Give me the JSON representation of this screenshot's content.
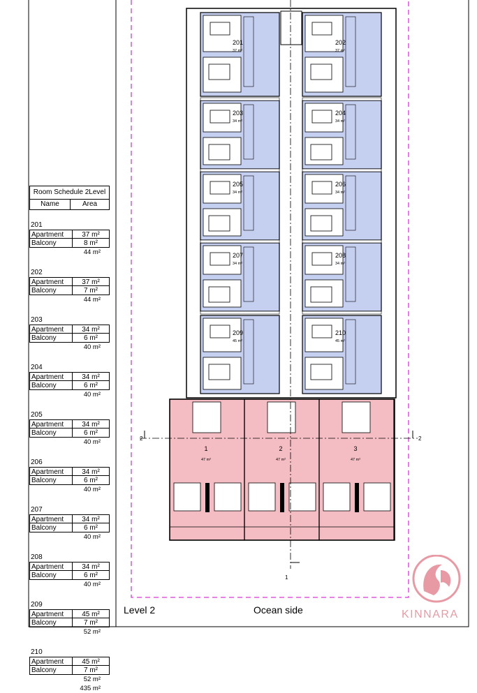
{
  "schedule": {
    "title": "Room Schedule 2Level",
    "col_name": "Name",
    "col_area": "Area",
    "groups": [
      {
        "name": "201",
        "rows": [
          {
            "label": "Apartment",
            "area": "37 m²"
          },
          {
            "label": "Balcony",
            "area": "8 m²"
          }
        ],
        "total": "44 m²"
      },
      {
        "name": "202",
        "rows": [
          {
            "label": "Apartment",
            "area": "37 m²"
          },
          {
            "label": "Balcony",
            "area": "7 m²"
          }
        ],
        "total": "44 m²"
      },
      {
        "name": "203",
        "rows": [
          {
            "label": "Apartment",
            "area": "34 m²"
          },
          {
            "label": "Balcony",
            "area": "6 m²"
          }
        ],
        "total": "40 m²"
      },
      {
        "name": "204",
        "rows": [
          {
            "label": "Apartment",
            "area": "34 m²"
          },
          {
            "label": "Balcony",
            "area": "6 m²"
          }
        ],
        "total": "40 m²"
      },
      {
        "name": "205",
        "rows": [
          {
            "label": "Apartment",
            "area": "34 m²"
          },
          {
            "label": "Balcony",
            "area": "6 m²"
          }
        ],
        "total": "40 m²"
      },
      {
        "name": "206",
        "rows": [
          {
            "label": "Apartment",
            "area": "34 m²"
          },
          {
            "label": "Balcony",
            "area": "6 m²"
          }
        ],
        "total": "40 m²"
      },
      {
        "name": "207",
        "rows": [
          {
            "label": "Apartment",
            "area": "34 m²"
          },
          {
            "label": "Balcony",
            "area": "6 m²"
          }
        ],
        "total": "40 m²"
      },
      {
        "name": "208",
        "rows": [
          {
            "label": "Apartment",
            "area": "34 m²"
          },
          {
            "label": "Balcony",
            "area": "6 m²"
          }
        ],
        "total": "40 m²"
      },
      {
        "name": "209",
        "rows": [
          {
            "label": "Apartment",
            "area": "45 m²"
          },
          {
            "label": "Balcony",
            "area": "7 m²"
          }
        ],
        "total": "52 m²"
      },
      {
        "name": "210",
        "rows": [
          {
            "label": "Apartment",
            "area": "45 m²"
          },
          {
            "label": "Balcony",
            "area": "7 m²"
          }
        ],
        "total": "52 m²"
      }
    ],
    "grand_total": "435 m²"
  },
  "plan": {
    "units_left": [
      {
        "num": "201",
        "area": "37 m²"
      },
      {
        "num": "203",
        "area": "34 m²"
      },
      {
        "num": "205",
        "area": "34 m²"
      },
      {
        "num": "207",
        "area": "34 m²"
      },
      {
        "num": "209",
        "area": "45 m²"
      }
    ],
    "units_right": [
      {
        "num": "202",
        "area": "37 m²"
      },
      {
        "num": "204",
        "area": "34 m²"
      },
      {
        "num": "206",
        "area": "34 m²"
      },
      {
        "num": "208",
        "area": "34 m²"
      },
      {
        "num": "210",
        "area": "45 m²"
      }
    ],
    "villas": [
      {
        "num": "1",
        "area": "47 m²"
      },
      {
        "num": "2",
        "area": "47 m²"
      },
      {
        "num": "3",
        "area": "47 m²"
      }
    ],
    "section_marks": {
      "left": "2",
      "right": "2",
      "bottom": "1"
    },
    "unit_color": "#c5cff0",
    "villa_color": "#f4bcc3",
    "boundary_color": "#d63ad6"
  },
  "labels": {
    "level": "Level 2",
    "ocean": "Ocean side"
  },
  "brand": {
    "name": "KINNARA",
    "color": "#e89aa4"
  }
}
